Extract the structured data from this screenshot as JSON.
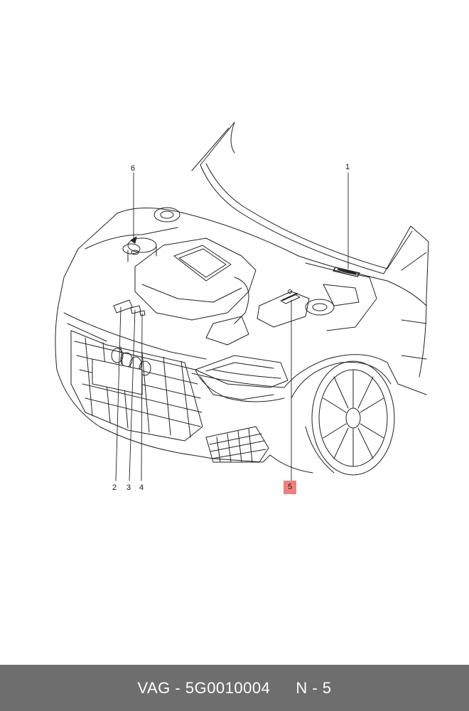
{
  "callouts": [
    {
      "id": "1",
      "label": "1"
    },
    {
      "id": "2",
      "label": "2"
    },
    {
      "id": "3",
      "label": "3"
    },
    {
      "id": "4",
      "label": "4"
    },
    {
      "id": "5",
      "label": "5",
      "highlighted": true
    },
    {
      "id": "6",
      "label": "6"
    }
  ],
  "footer": {
    "brand": "VAG",
    "separator": "-",
    "part_number": "5G0010004",
    "page_prefix": "N",
    "page_number": "5",
    "full_text": "VAG - 5G0010004",
    "page_text": "N - 5"
  },
  "colors": {
    "highlight": "#f08080",
    "footer_bg": "#6e6e6e",
    "line": "#222222"
  }
}
